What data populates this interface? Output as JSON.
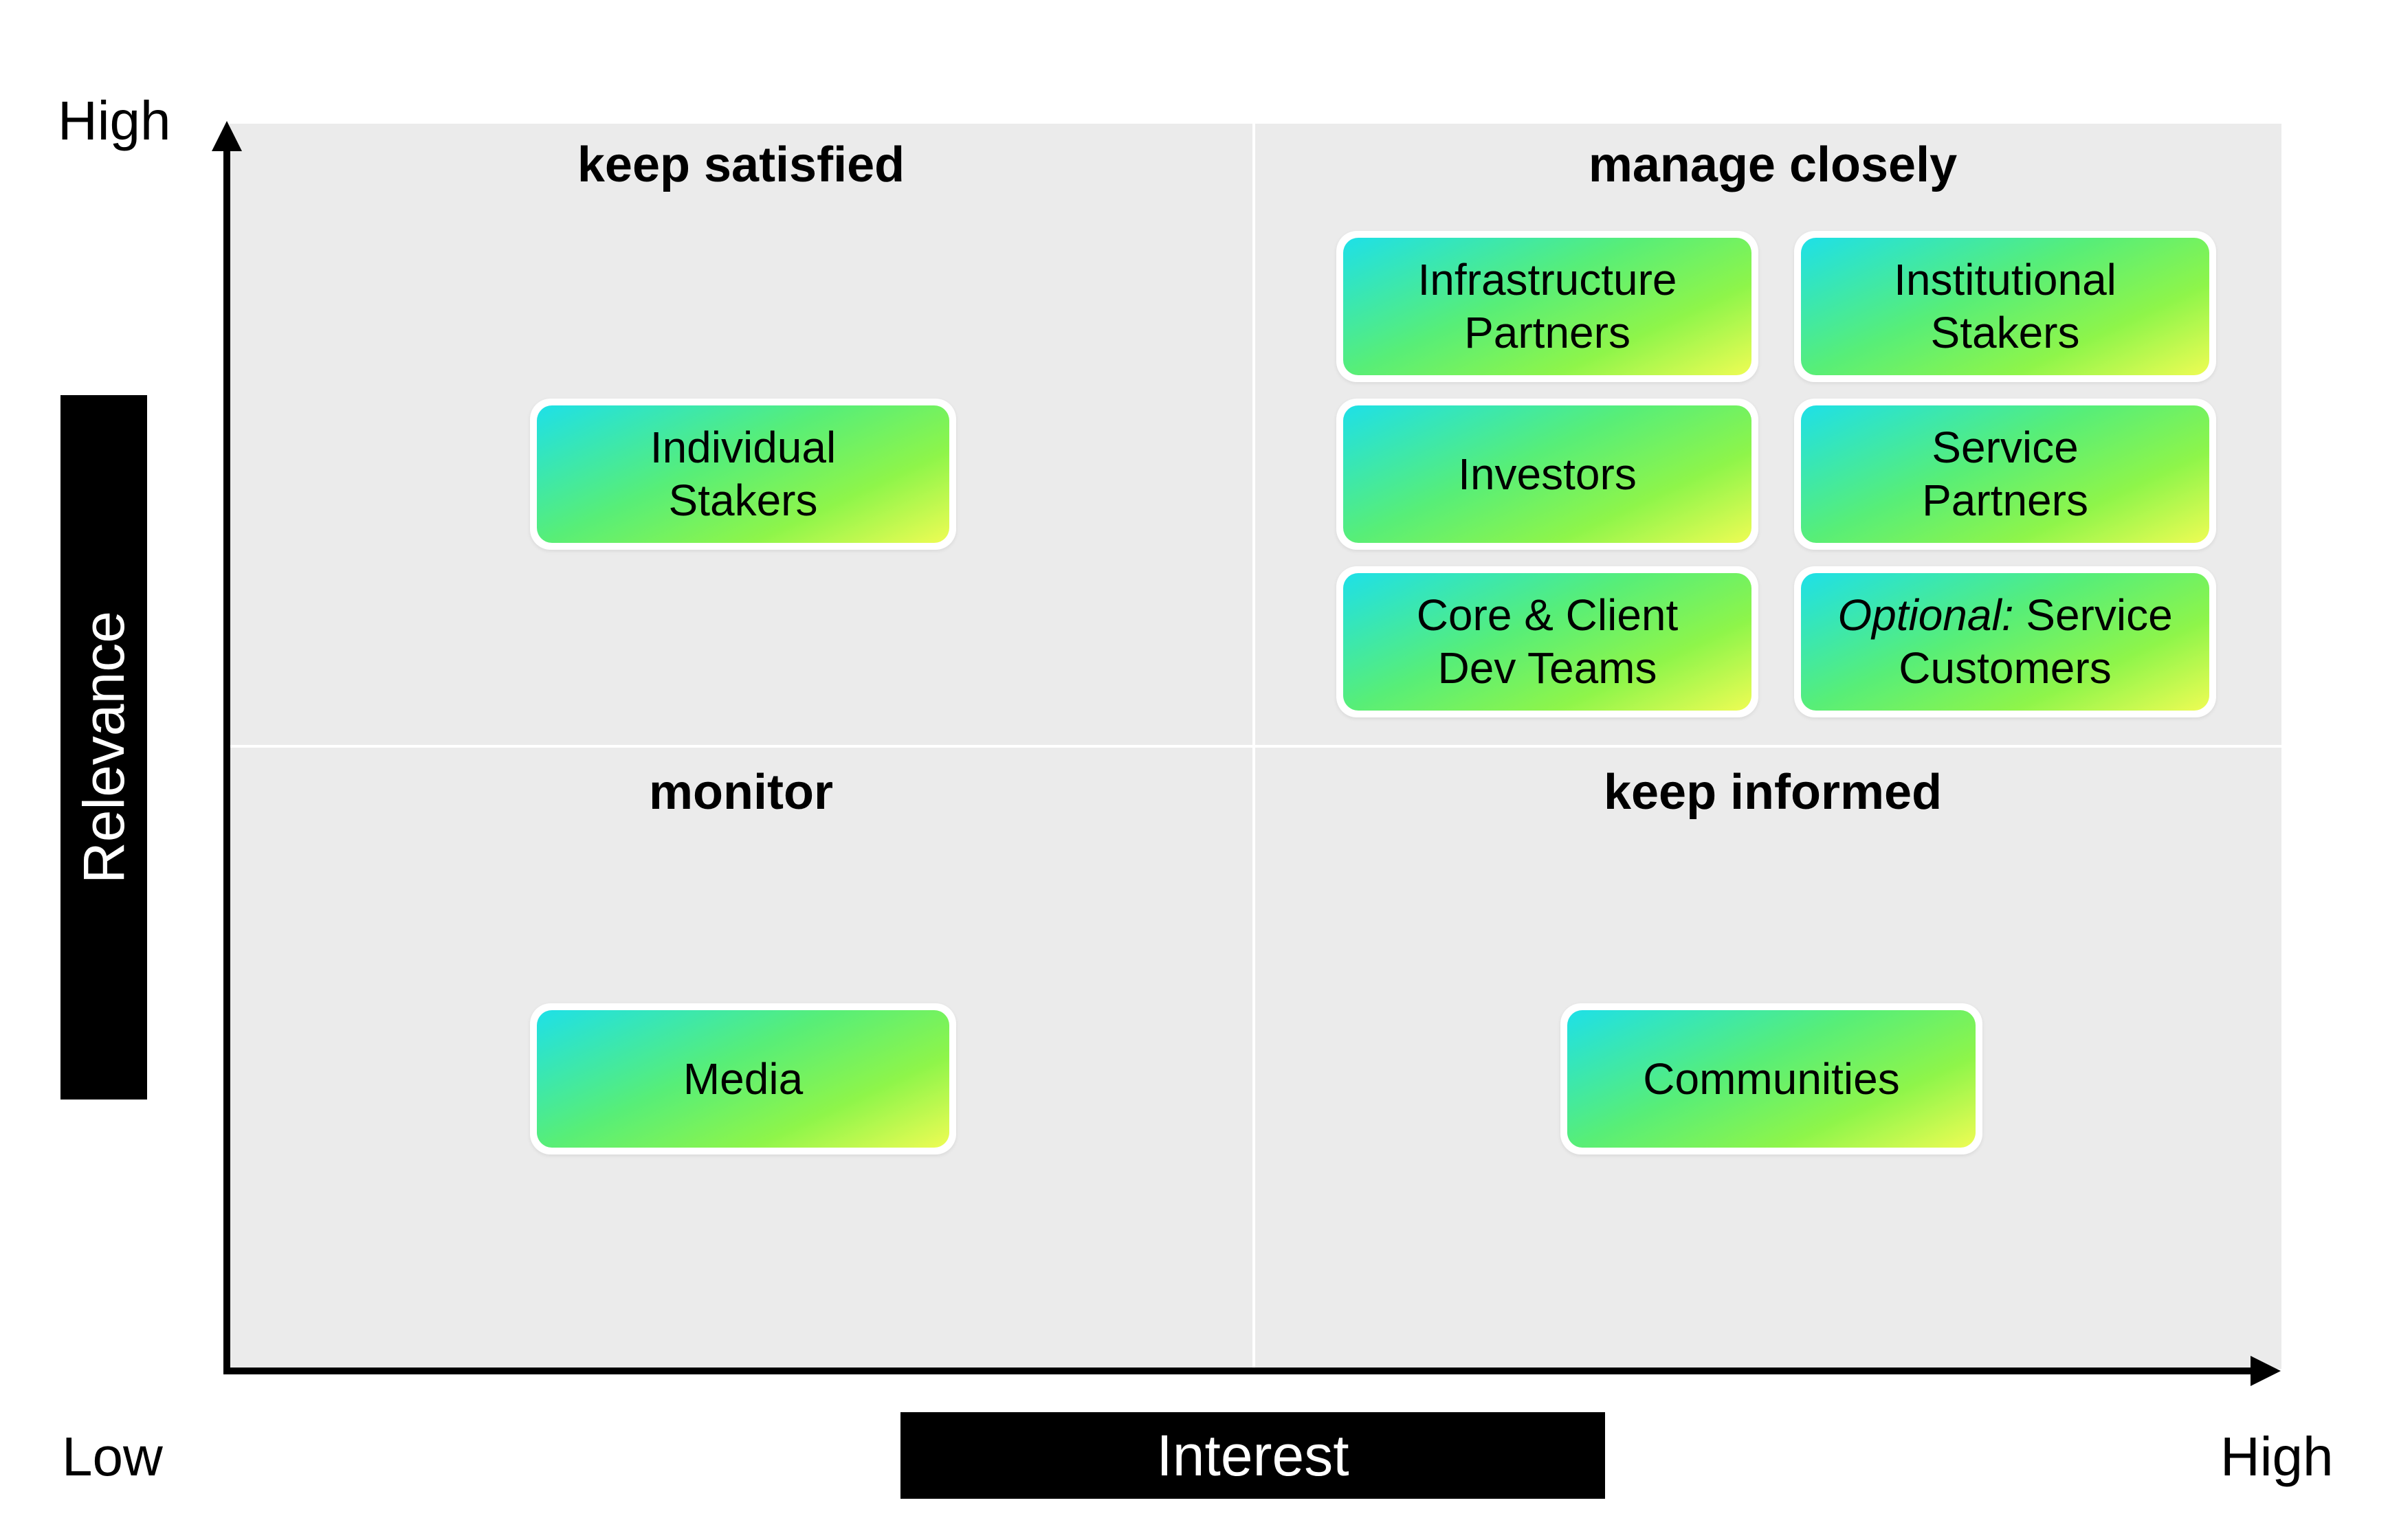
{
  "axes": {
    "y_title": "Relevance",
    "x_title": "Interest",
    "y_high": "High",
    "x_low": "Low",
    "x_high": "High"
  },
  "quadrants": {
    "top_left": "keep satisfied",
    "top_right": "manage closely",
    "bottom_left": "monitor",
    "bottom_right": "keep informed"
  },
  "cards": {
    "individual_stakers": [
      "Individual",
      "Stakers"
    ],
    "infrastructure_partners": [
      "Infrastructure",
      "Partners"
    ],
    "institutional_stakers": [
      "Institutional",
      "Stakers"
    ],
    "investors": [
      "Investors"
    ],
    "service_partners": [
      "Service",
      "Partners"
    ],
    "core_client_dev_teams": [
      "Core & Client",
      "Dev Teams"
    ],
    "optional_service_customers": {
      "italic": "Optional:",
      "rest": " Service",
      "line2": "Customers"
    },
    "media": [
      "Media"
    ],
    "communities": [
      "Communities"
    ]
  },
  "colors": {
    "plot_background": "#ebebeb",
    "gradient_start": "#1ee0e8",
    "gradient_mid": "#8ef54a",
    "gradient_end": "#eefc54"
  }
}
